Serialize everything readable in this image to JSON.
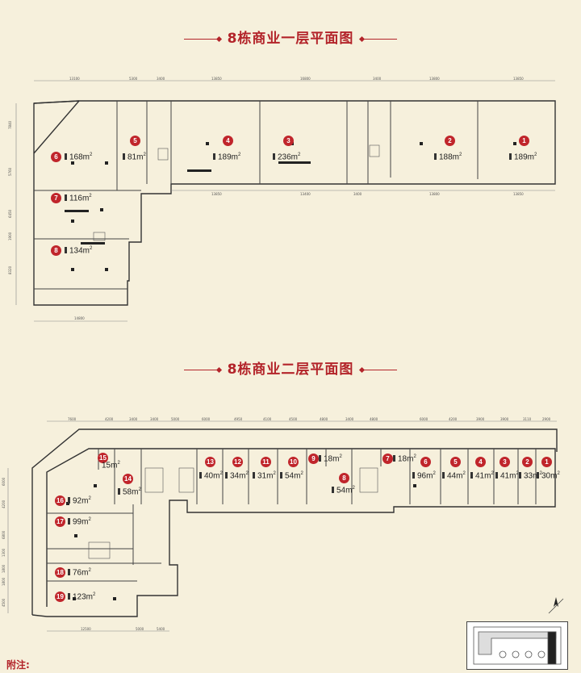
{
  "floor1": {
    "title": "8栋商业一层平面图",
    "units": [
      {
        "no": "6",
        "area": "168m",
        "sup": "2"
      },
      {
        "no": "5",
        "area": "81m",
        "sup": "2"
      },
      {
        "no": "4",
        "area": "189m",
        "sup": "2"
      },
      {
        "no": "3",
        "area": "236m",
        "sup": "2"
      },
      {
        "no": "2",
        "area": "188m",
        "sup": "2"
      },
      {
        "no": "1",
        "area": "189m",
        "sup": "2"
      },
      {
        "no": "7",
        "area": "116m",
        "sup": "2"
      },
      {
        "no": "8",
        "area": "134m",
        "sup": "2"
      }
    ],
    "dims_top": [
      "13100",
      "5300",
      "3400",
      "13850",
      "16800",
      "3400",
      "13800",
      "13850"
    ],
    "dims_mid": [
      "13850",
      "13400",
      "3400",
      "13800",
      "13850"
    ],
    "dims_left": [
      "7840",
      "5760",
      "6450",
      "1900",
      "8320"
    ],
    "dims_bottom": [
      "14800"
    ]
  },
  "floor2": {
    "title": "8栋商业二层平面图",
    "units": [
      {
        "no": "15",
        "area": "15m",
        "sup": "2"
      },
      {
        "no": "14",
        "area": "58m",
        "sup": "2"
      },
      {
        "no": "13",
        "area": "40m",
        "sup": "2"
      },
      {
        "no": "12",
        "area": "34m",
        "sup": "2"
      },
      {
        "no": "11",
        "area": "31m",
        "sup": "2"
      },
      {
        "no": "10",
        "area": "54m",
        "sup": "2"
      },
      {
        "no": "9",
        "area": "18m",
        "sup": "2"
      },
      {
        "no": "8",
        "area": "54m",
        "sup": "2"
      },
      {
        "no": "7",
        "area": "18m",
        "sup": "2"
      },
      {
        "no": "6",
        "area": "96m",
        "sup": "2"
      },
      {
        "no": "5",
        "area": "44m",
        "sup": "2"
      },
      {
        "no": "4",
        "area": "41m",
        "sup": "2"
      },
      {
        "no": "3",
        "area": "41m",
        "sup": "2"
      },
      {
        "no": "2",
        "area": "33m",
        "sup": "2"
      },
      {
        "no": "1",
        "area": "30m",
        "sup": "2"
      },
      {
        "no": "16",
        "area": "92m",
        "sup": "2"
      },
      {
        "no": "17",
        "area": "99m",
        "sup": "2"
      },
      {
        "no": "18",
        "area": "76m",
        "sup": "2"
      },
      {
        "no": "19",
        "area": "123m",
        "sup": "2"
      }
    ],
    "dims_top": [
      "7600",
      "4200",
      "3400",
      "3400",
      "5000",
      "6000",
      "4950",
      "4100",
      "4500",
      "4800",
      "3400",
      "4800",
      "6000",
      "4200",
      "3900",
      "3900",
      "3110",
      "2900"
    ],
    "dims_left": [
      "6000",
      "4200",
      "6800",
      "1300",
      "1800",
      "1800",
      "4500"
    ],
    "dims_bottom": [
      "12500",
      "5000",
      "5400"
    ]
  },
  "note": "附注:",
  "colors": {
    "accent": "#c0252b",
    "line": "#555555",
    "wall": "#222222",
    "background": "#f6f0dc"
  }
}
